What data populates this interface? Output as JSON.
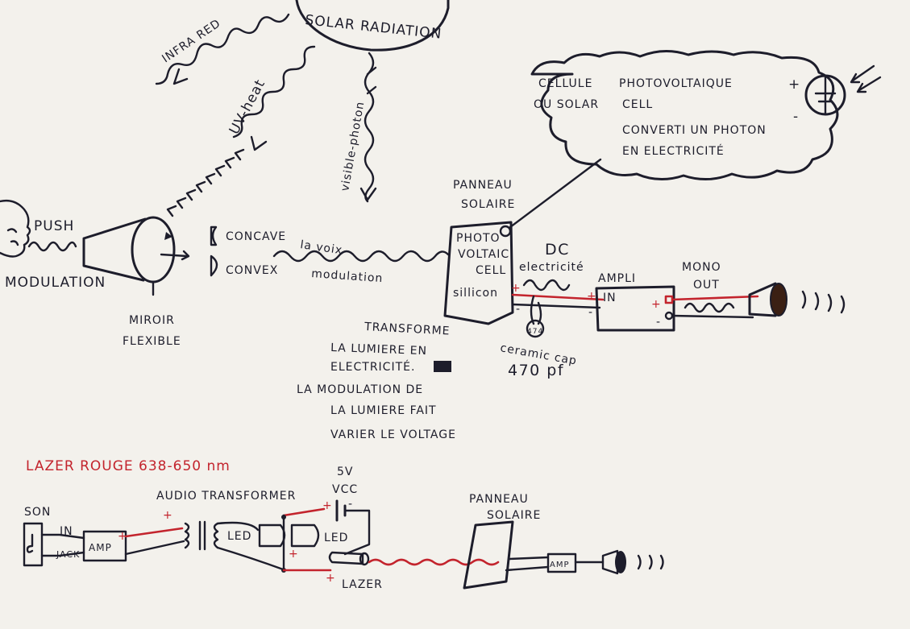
{
  "colors": {
    "ink": "#1d1d2b",
    "red": "#c3242d",
    "paper": "#f3f1ec"
  },
  "top": {
    "source": "SOLAR RADIATION",
    "rays": {
      "infra": "INFRA RED",
      "uv": "UV-heat",
      "visible": "visible-photon"
    },
    "left": {
      "push": "PUSH",
      "modulation": "MODULATION",
      "mirror1": "MIROIR",
      "mirror2": "FLEXIBLE"
    },
    "lens": {
      "concave": "CONCAVE",
      "convex": "CONVEX"
    },
    "voice": {
      "line1": "la voix",
      "line2": "modulation"
    },
    "panel": {
      "title1": "PANNEAU",
      "title2": "SOLAIRE",
      "cell1": "PHOTO",
      "cell2": "VOLTAIC",
      "cell3": "CELL",
      "material": "sillicon"
    },
    "bubble": {
      "l1a": "CELLULE",
      "l1b": "PHOTOVOLTAIQUE",
      "l2a": "OU SOLAR",
      "l2b": "CELL",
      "l3": "CONVERTI UN PHOTON",
      "l4": "EN ELECTRICITÉ",
      "plus": "+",
      "minus": "-"
    },
    "dc": {
      "title": "DC",
      "sub": "electricité",
      "plus": "+",
      "minus": "-"
    },
    "cap": {
      "value_mark": "474",
      "label": "ceramic cap",
      "value": "470 pf"
    },
    "ampli": {
      "title": "AMPLI",
      "in": "IN",
      "plus_in": "+",
      "minus_in": "-",
      "plus_out": "+",
      "minus_out": "-"
    },
    "mono": {
      "title1": "MONO",
      "title2": "OUT"
    },
    "notes": {
      "l1": "TRANSFORME",
      "l2": "LA LUMIERE EN",
      "l3": "ELECTRICITÉ.",
      "l4": "LA  MODULATION DE",
      "l5": "LA LUMIERE FAIT",
      "l6": "VARIER LE VOLTAGE"
    }
  },
  "bottom": {
    "title": "LAZER ROUGE 638-650 nm",
    "son": "SON",
    "in": "IN",
    "jack": "JACK",
    "amp": "AMP",
    "transformer": "AUDIO TRANSFORMER",
    "led1": "LED",
    "led2": "LED",
    "vcc1": "5V",
    "vcc2": "VCC",
    "laser": "LAZER",
    "panel1": "PANNEAU",
    "panel2": "SOLAIRE",
    "amp2": "AMP",
    "plus": "+",
    "minus": "-"
  }
}
